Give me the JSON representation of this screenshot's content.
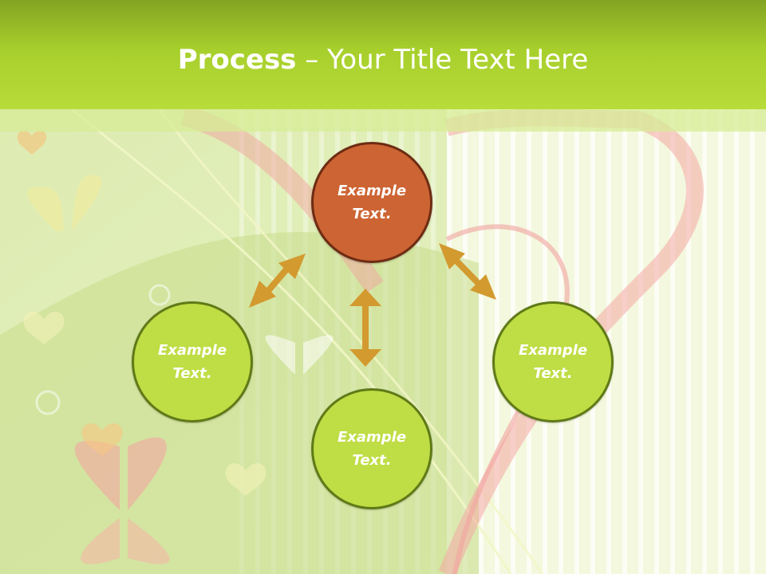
{
  "slide": {
    "title_bold": "Process",
    "title_rest": " – Your Title Text Here"
  },
  "nodes": [
    {
      "label": "Example Text.",
      "role": "center-top",
      "color": "#cd6433"
    },
    {
      "label": "Example Text.",
      "role": "left",
      "color": "#bfdd44"
    },
    {
      "label": "Example Text.",
      "role": "bottom",
      "color": "#bfdd44"
    },
    {
      "label": "Example Text.",
      "role": "right",
      "color": "#bfdd44"
    }
  ],
  "colors": {
    "header": "#a7cf2c",
    "arrow": "#d39a2f",
    "accent_node": "#cd6433",
    "normal_node": "#bfdd44",
    "title_text": "#ffffff"
  },
  "connectors": [
    {
      "from": "center-top",
      "to": "left",
      "style": "double-arrow"
    },
    {
      "from": "center-top",
      "to": "right",
      "style": "double-arrow"
    },
    {
      "from": "center-top",
      "to": "bottom",
      "style": "double-arrow"
    }
  ]
}
